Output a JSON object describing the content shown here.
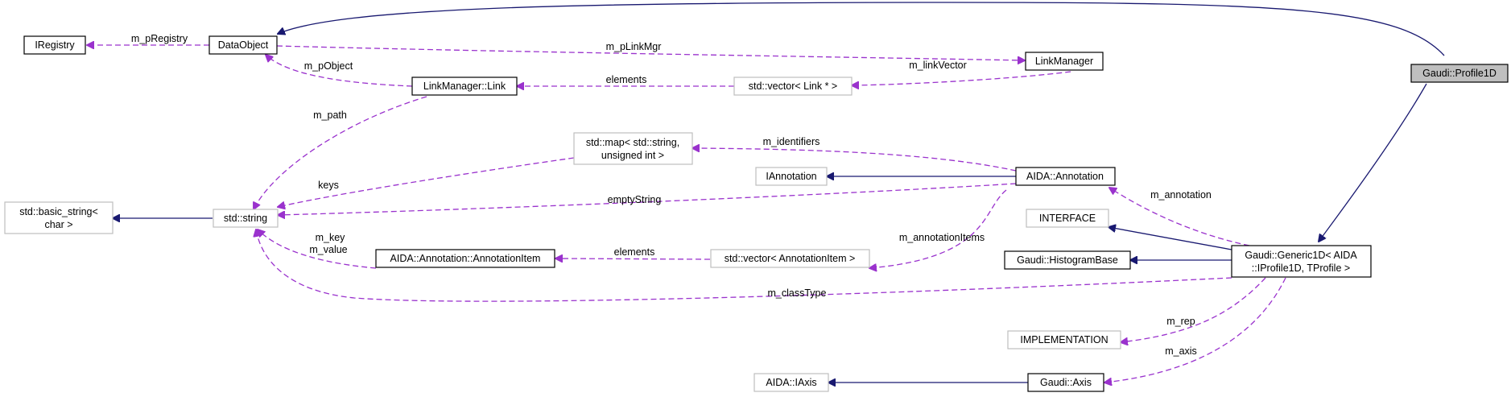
{
  "nodes": {
    "profile1d": [
      "Gaudi::Profile1D"
    ],
    "dataobject": [
      "DataObject"
    ],
    "iregistry": [
      "IRegistry"
    ],
    "linkmanager": [
      "LinkManager"
    ],
    "link": [
      "LinkManager::Link"
    ],
    "vector_link": [
      "std::vector< Link * >"
    ],
    "map_string": [
      "std::map< std::string,",
      "unsigned int >"
    ],
    "basic_string": [
      "std::basic_string<",
      "char >"
    ],
    "string": [
      "std::string"
    ],
    "iannotation": [
      "IAnnotation"
    ],
    "annotation": [
      "AIDA::Annotation"
    ],
    "interface": [
      "INTERFACE"
    ],
    "histogrambase": [
      "Gaudi::HistogramBase"
    ],
    "generic1d": [
      "Gaudi::Generic1D< AIDA",
      "::IProfile1D, TProfile >"
    ],
    "annotationitem": [
      "AIDA::Annotation::AnnotationItem"
    ],
    "vector_annotationitem": [
      "std::vector< AnnotationItem >"
    ],
    "implementation": [
      "IMPLEMENTATION"
    ],
    "iaxis": [
      "AIDA::IAxis"
    ],
    "axis": [
      "Gaudi::Axis"
    ]
  },
  "edge_labels": {
    "m_pRegistry": "m_pRegistry",
    "m_pLinkMgr": "m_pLinkMgr",
    "m_pObject": "m_pObject",
    "elements_link": "elements",
    "m_linkVector": "m_linkVector",
    "m_path": "m_path",
    "m_identifiers": "m_identifiers",
    "keys": "keys",
    "emptyString": "emptyString",
    "m_annotation": "m_annotation",
    "m_key_value": [
      "m_key",
      "m_value"
    ],
    "elements_item": "elements",
    "m_annotationItems": "m_annotationItems",
    "m_classType": "m_classType",
    "m_rep": "m_rep",
    "m_axis": "m_axis"
  },
  "colors": {
    "inheritance": "#191970",
    "usage": "#9a32cd",
    "focus_fill": "#bfbfbf",
    "gray_border": "#bfbfbf"
  }
}
